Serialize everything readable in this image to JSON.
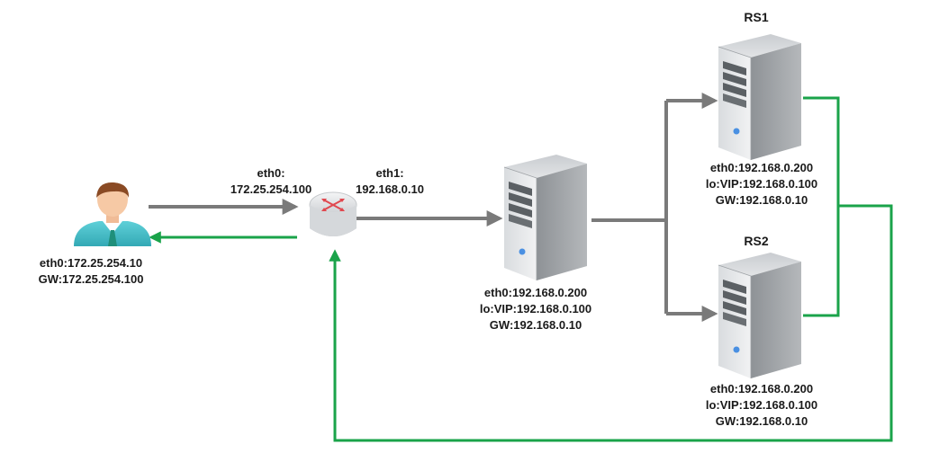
{
  "client": {
    "icon": "user-icon",
    "lines": [
      "eth0:172.25.254.10",
      "GW:172.25.254.100"
    ]
  },
  "router": {
    "icon": "router-icon",
    "eth0_lines": [
      "eth0:",
      "172.25.254.100"
    ],
    "eth1_lines": [
      "eth1:",
      "192.168.0.10"
    ]
  },
  "director": {
    "icon": "server-icon",
    "lines": [
      "eth0:192.168.0.200",
      "lo:VIP:192.168.0.100",
      "GW:192.168.0.10"
    ]
  },
  "rs1": {
    "title": "RS1",
    "icon": "server-icon",
    "lines": [
      "eth0:192.168.0.200",
      "lo:VIP:192.168.0.100",
      "GW:192.168.0.10"
    ]
  },
  "rs2": {
    "title": "RS2",
    "icon": "server-icon",
    "lines": [
      "eth0:192.168.0.200",
      "lo:VIP:192.168.0.100",
      "GW:192.168.0.10"
    ]
  },
  "colors": {
    "request_path": "#7a7a7a",
    "reply_path": "#1aa34a"
  }
}
